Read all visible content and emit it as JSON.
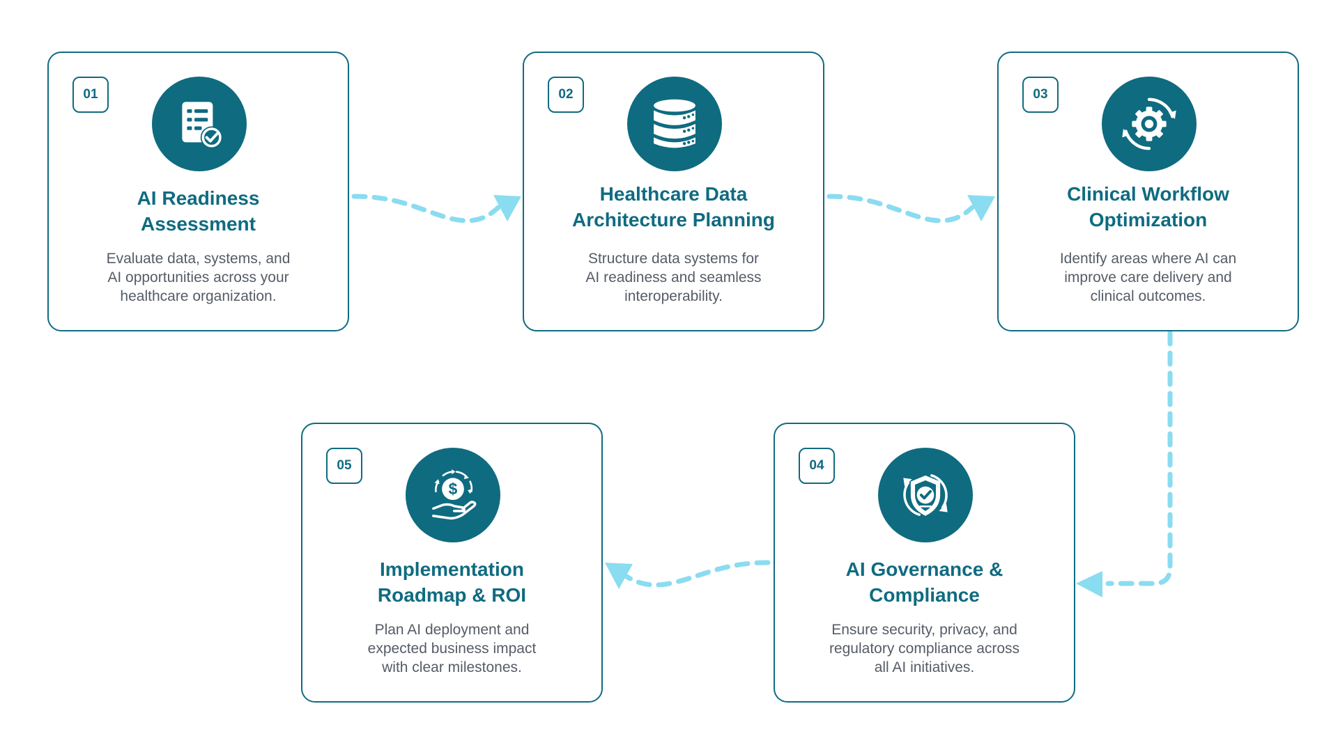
{
  "theme": {
    "primary": "#0f6b80",
    "connector": "#8adcf0",
    "text": "#555c66"
  },
  "steps": [
    {
      "number": "01",
      "icon": "checklist-icon",
      "title_line1": "AI Readiness",
      "title_line2": "Assessment",
      "desc_line1": "Evaluate data, systems, and",
      "desc_line2": "AI opportunities across your",
      "desc_line3": "healthcare organization."
    },
    {
      "number": "02",
      "icon": "database-icon",
      "title_line1": "Healthcare Data",
      "title_line2": "Architecture Planning",
      "desc_line1": "Structure data systems for",
      "desc_line2": "AI readiness and seamless",
      "desc_line3": "interoperability."
    },
    {
      "number": "03",
      "icon": "gear-cycle-icon",
      "title_line1": "Clinical Workflow",
      "title_line2": "Optimization",
      "desc_line1": "Identify areas where AI can",
      "desc_line2": "improve care delivery and",
      "desc_line3": "clinical outcomes."
    },
    {
      "number": "04",
      "icon": "shield-check-icon",
      "title_line1": "AI Governance &",
      "title_line2": "Compliance",
      "desc_line1": "Ensure security, privacy, and",
      "desc_line2": "regulatory compliance across",
      "desc_line3": "all AI initiatives."
    },
    {
      "number": "05",
      "icon": "money-hand-icon",
      "title_line1": "Implementation",
      "title_line2": "Roadmap & ROI",
      "desc_line1": "Plan AI deployment and",
      "desc_line2": "expected business impact",
      "desc_line3": "with clear milestones."
    }
  ]
}
